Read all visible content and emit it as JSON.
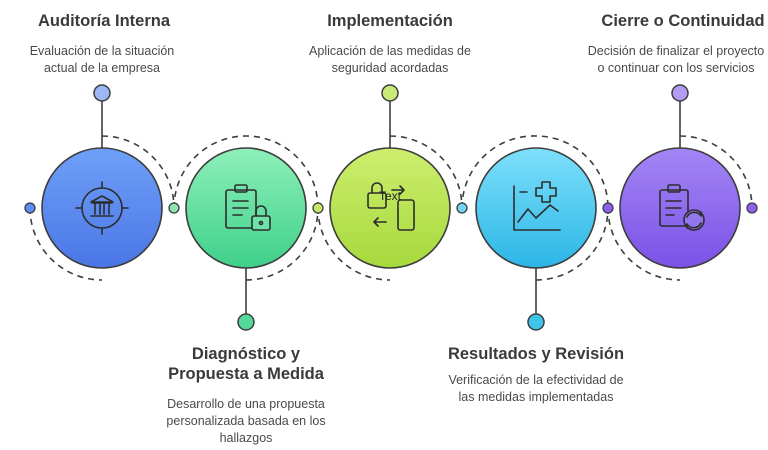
{
  "stages": [
    {
      "title": "Auditoría Interna",
      "description": "Evaluación de la situación\nactual de la empresa",
      "icon": "bank-target-icon",
      "color": "#5c8df2",
      "position": "top"
    },
    {
      "title": "Diagnóstico y\nPropuesta a Medida",
      "description": "Desarrollo de una propuesta\npersonalizada basada en los\nhallazgos",
      "icon": "clipboard-lock-icon",
      "color": "#55d99a",
      "position": "bottom"
    },
    {
      "title": "Implementación",
      "description": "Aplicación de las medidas de\nseguridad acordadas",
      "icon": "lock-phone-sync-icon",
      "icon_label": "Text",
      "color": "#b6e34e",
      "position": "top"
    },
    {
      "title": "Resultados y Revisión",
      "description": "Verificación de la efectividad de\nlas medidas implementadas",
      "icon": "chart-plus-icon",
      "color": "#3fc4ea",
      "position": "bottom"
    },
    {
      "title": "Cierre o Continuidad",
      "description": "Decisión de finalizar el proyecto\no continuar con los servicios",
      "icon": "clipboard-refresh-icon",
      "color": "#8a62ee",
      "position": "top"
    }
  ]
}
